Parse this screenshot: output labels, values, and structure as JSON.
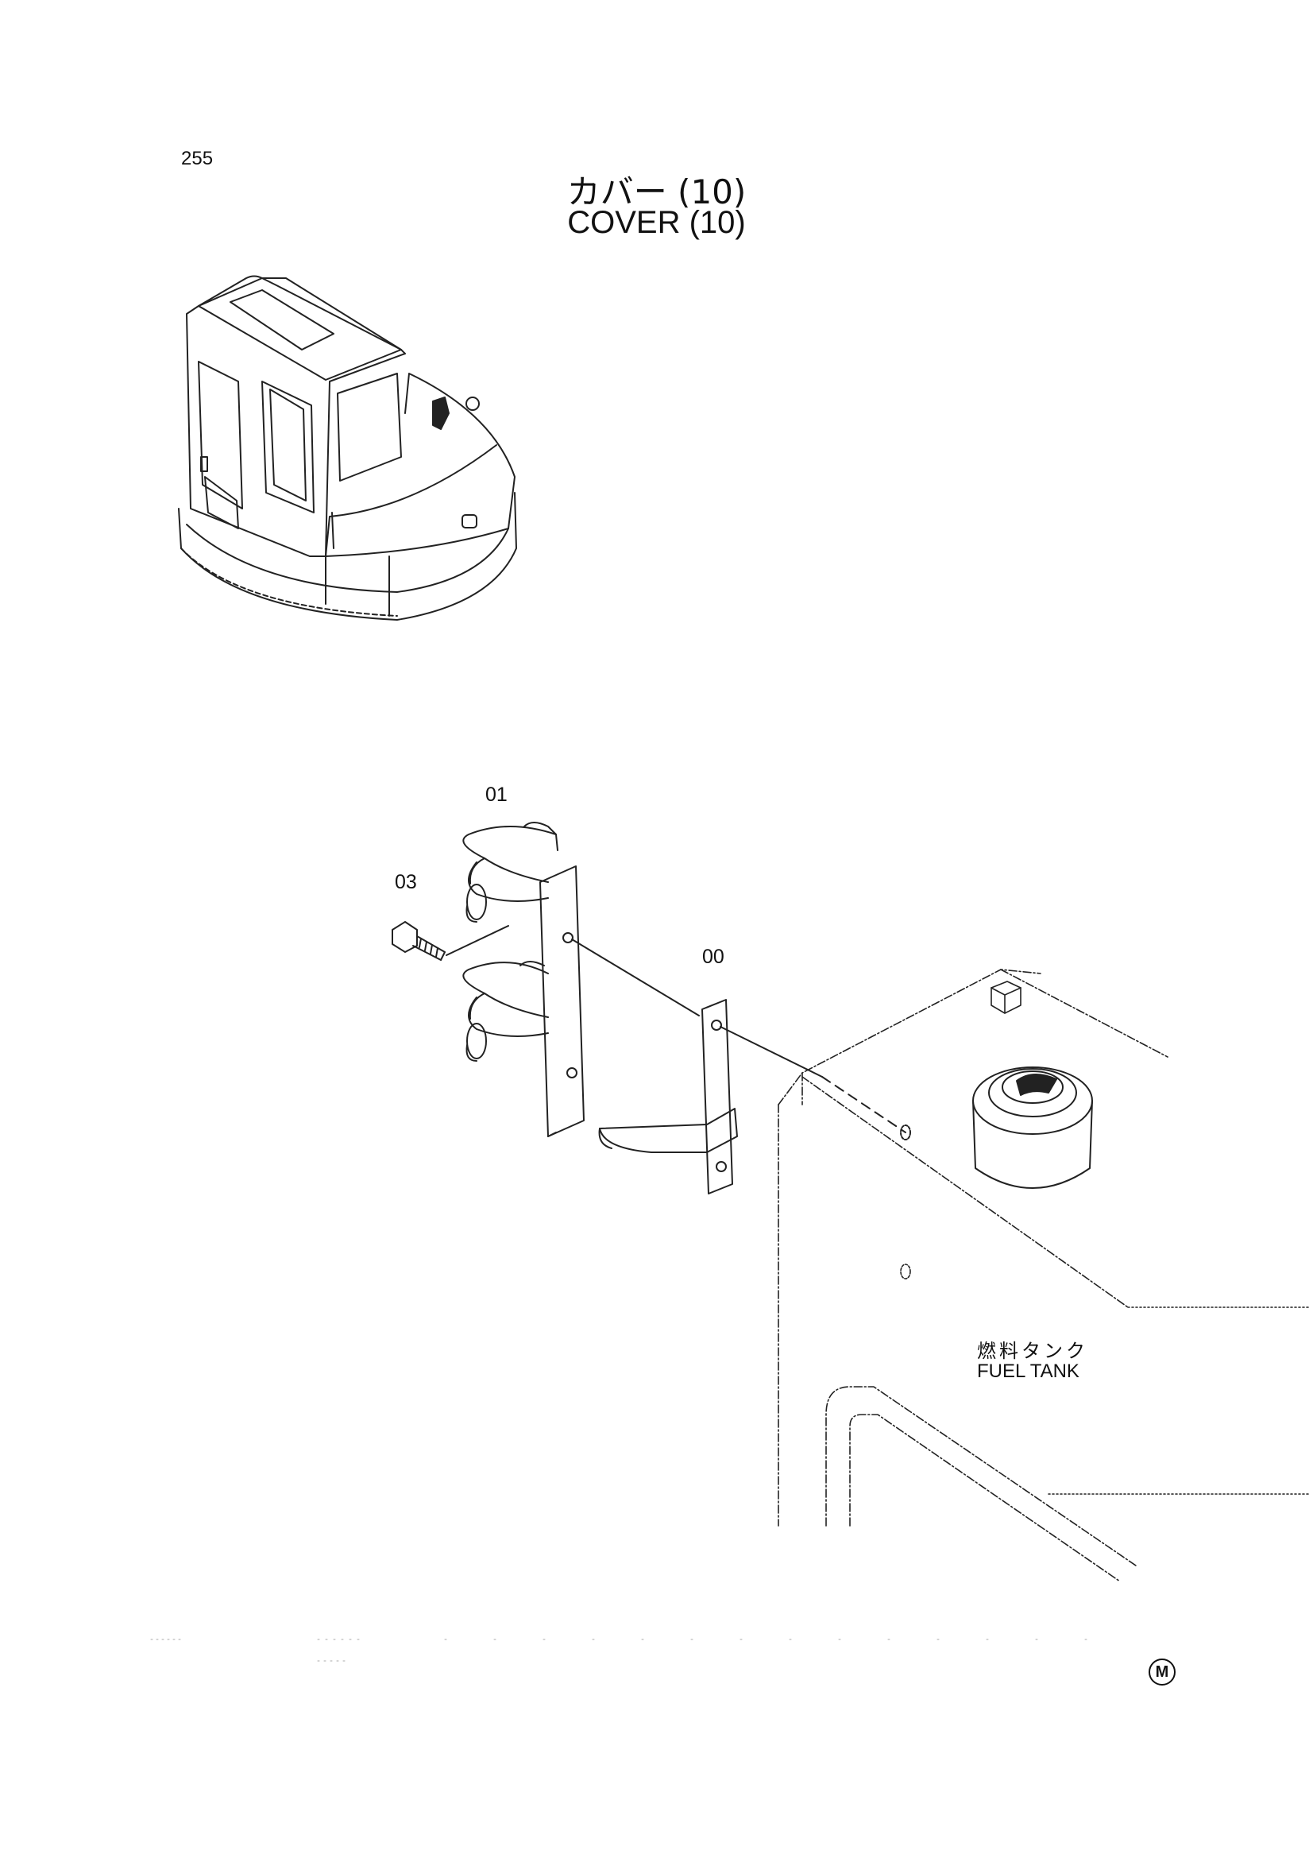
{
  "page_number": "255",
  "title": {
    "jp": "カバー (10)",
    "en": "COVER (10)"
  },
  "callouts": {
    "c01": "01",
    "c03": "03",
    "c00": "00"
  },
  "fuel_tank": {
    "jp": "燃料タンク",
    "en": "FUEL TANK"
  },
  "corner_mark": "M",
  "icons": [
    "excavator-illustration",
    "clamp-bracket-icon",
    "bolt-icon",
    "stay-bracket-icon",
    "fuel-tank-icon",
    "fuel-cap-icon"
  ]
}
